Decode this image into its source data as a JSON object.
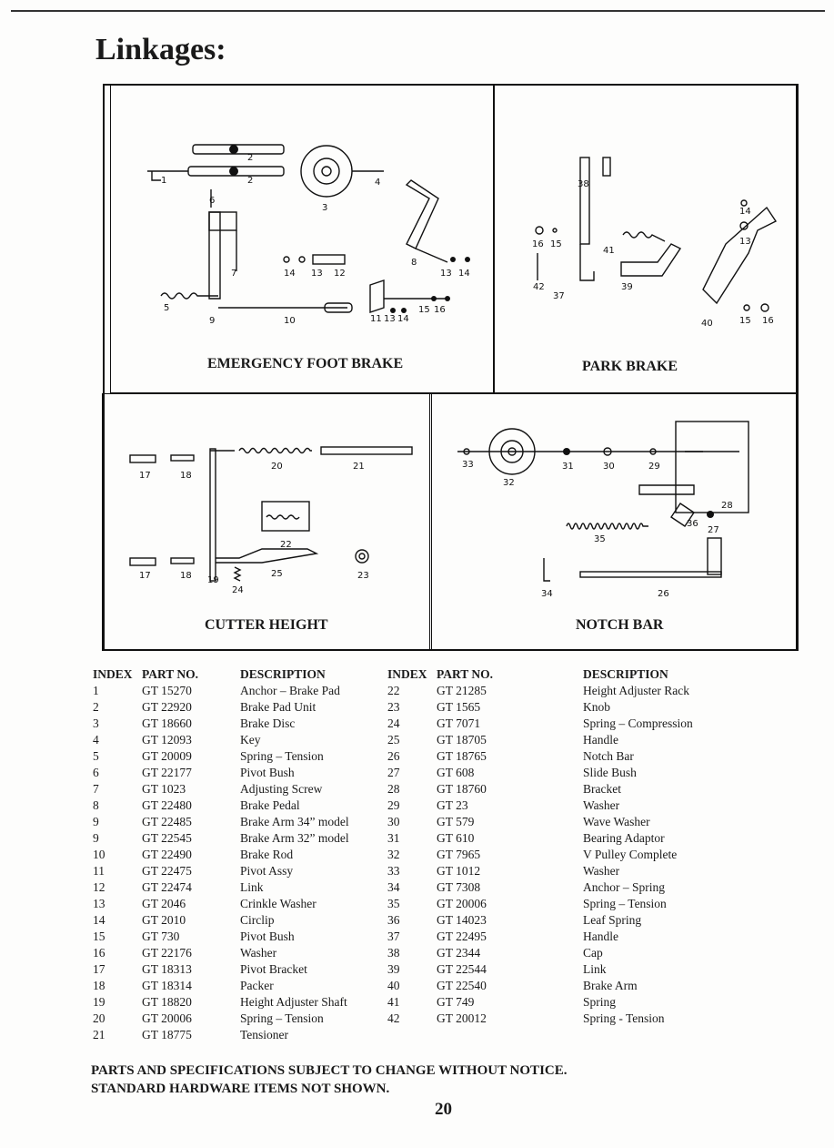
{
  "page": {
    "title": "Linkages:",
    "page_number": "20",
    "notice_1": "PARTS AND SPECIFICATIONS SUBJECT TO CHANGE WITHOUT NOTICE.",
    "notice_2": "STANDARD HARDWARE ITEMS NOT SHOWN."
  },
  "panels": {
    "emergency": "EMERGENCY FOOT BRAKE",
    "park": "PARK BRAKE",
    "cutter": "CUTTER HEIGHT",
    "notch": "NOTCH BAR"
  },
  "headers": {
    "index": "INDEX",
    "part_no": "PART NO.",
    "description": "DESCRIPTION"
  },
  "parts_left": [
    {
      "index": "1",
      "part": "GT 15270",
      "desc": "Anchor – Brake Pad"
    },
    {
      "index": "2",
      "part": "GT 22920",
      "desc": "Brake Pad Unit"
    },
    {
      "index": "3",
      "part": "GT 18660",
      "desc": "Brake Disc"
    },
    {
      "index": "4",
      "part": "GT 12093",
      "desc": "Key"
    },
    {
      "index": "5",
      "part": "GT 20009",
      "desc": "Spring – Tension"
    },
    {
      "index": "6",
      "part": "GT 22177",
      "desc": "Pivot Bush"
    },
    {
      "index": "7",
      "part": "GT  1023",
      "desc": "Adjusting Screw"
    },
    {
      "index": "8",
      "part": "GT 22480",
      "desc": "Brake Pedal"
    },
    {
      "index": "9",
      "part": "GT 22485",
      "desc": "Brake Arm 34” model"
    },
    {
      "index": "9",
      "part": "GT 22545",
      "desc": "Brake Arm 32” model"
    },
    {
      "index": "10",
      "part": "GT 22490",
      "desc": "Brake Rod"
    },
    {
      "index": "11",
      "part": "GT 22475",
      "desc": "Pivot Assy"
    },
    {
      "index": "12",
      "part": "GT 22474",
      "desc": "Link"
    },
    {
      "index": "13",
      "part": "GT  2046",
      "desc": "Crinkle Washer"
    },
    {
      "index": "14",
      "part": "GT  2010",
      "desc": "Circlip"
    },
    {
      "index": "15",
      "part": "GT    730",
      "desc": "Pivot Bush"
    },
    {
      "index": "16",
      "part": "GT 22176",
      "desc": "Washer"
    },
    {
      "index": "17",
      "part": "GT 18313",
      "desc": "Pivot Bracket"
    },
    {
      "index": "18",
      "part": "GT 18314",
      "desc": "Packer"
    },
    {
      "index": "19",
      "part": "GT 18820",
      "desc": "Height Adjuster Shaft"
    },
    {
      "index": "20",
      "part": "GT 20006",
      "desc": "Spring – Tension"
    },
    {
      "index": "21",
      "part": "GT 18775",
      "desc": "Tensioner"
    }
  ],
  "parts_right": [
    {
      "index": "22",
      "part": "GT 21285",
      "desc": "Height Adjuster Rack"
    },
    {
      "index": "23",
      "part": "GT  1565",
      "desc": "Knob"
    },
    {
      "index": "24",
      "part": "GT  7071",
      "desc": "Spring – Compression"
    },
    {
      "index": "25",
      "part": "GT 18705",
      "desc": "Handle"
    },
    {
      "index": "26",
      "part": "GT 18765",
      "desc": "Notch Bar"
    },
    {
      "index": "27",
      "part": "GT    608",
      "desc": "Slide Bush"
    },
    {
      "index": "28",
      "part": "GT 18760",
      "desc": "Bracket"
    },
    {
      "index": "29",
      "part": "GT     23",
      "desc": "Washer"
    },
    {
      "index": "30",
      "part": "GT    579",
      "desc": "Wave Washer"
    },
    {
      "index": "31",
      "part": "GT    610",
      "desc": "Bearing Adaptor"
    },
    {
      "index": "32",
      "part": "GT  7965",
      "desc": "V Pulley Complete"
    },
    {
      "index": "33",
      "part": "GT  1012",
      "desc": "Washer"
    },
    {
      "index": "34",
      "part": "GT  7308",
      "desc": "Anchor – Spring"
    },
    {
      "index": "35",
      "part": "GT 20006",
      "desc": "Spring – Tension"
    },
    {
      "index": "36",
      "part": "GT 14023",
      "desc": "Leaf Spring"
    },
    {
      "index": "37",
      "part": "GT 22495",
      "desc": "Handle"
    },
    {
      "index": "38",
      "part": "GT  2344",
      "desc": "Cap"
    },
    {
      "index": "39",
      "part": "GT 22544",
      "desc": "Link"
    },
    {
      "index": "40",
      "part": "GT 22540",
      "desc": "Brake Arm"
    },
    {
      "index": "41",
      "part": "GT    749",
      "desc": "Spring"
    },
    {
      "index": "42",
      "part": "GT 20012",
      "desc": "Spring - Tension"
    }
  ],
  "callouts": {
    "emergency": [
      "1",
      "2",
      "2",
      "3",
      "4",
      "6",
      "7",
      "8",
      "9",
      "10",
      "11",
      "12",
      "13",
      "13",
      "13",
      "14",
      "14",
      "14",
      "15",
      "16",
      "5"
    ],
    "park": [
      "38",
      "14",
      "13",
      "16",
      "15",
      "41",
      "42",
      "37",
      "39",
      "40",
      "15",
      "16"
    ],
    "cutter": [
      "17",
      "18",
      "20",
      "21",
      "22",
      "17",
      "18",
      "19",
      "25",
      "23",
      "24"
    ],
    "notch": [
      "33",
      "32",
      "31",
      "30",
      "29",
      "28",
      "36",
      "27",
      "35",
      "34",
      "26"
    ]
  }
}
